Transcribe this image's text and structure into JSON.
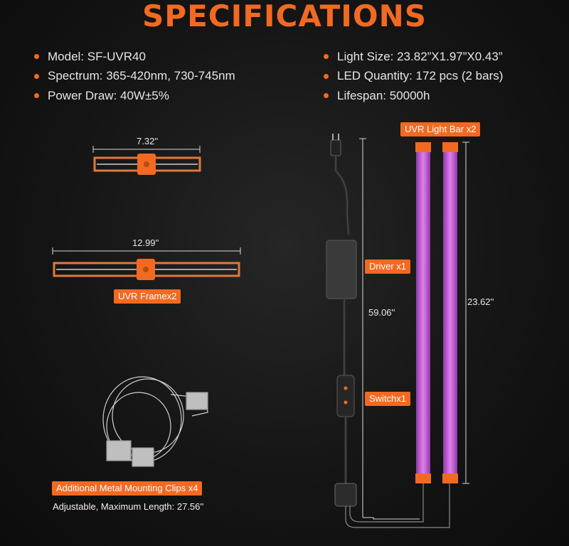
{
  "title": "SPECIFICATIONS",
  "specs_left": [
    "Model: SF-UVR40",
    "Spectrum: 365-420nm, 730-745nm",
    "Power Draw: 40W±5%"
  ],
  "specs_right": [
    "Light Size: 23.82”X1.97”X0.43”",
    "LED Quantity: 172 pcs (2 bars)",
    "Lifespan: 50000h"
  ],
  "labels": {
    "light_bar": "UVR Light Bar x2",
    "frame": "UVR Framex2",
    "driver": "Driver x1",
    "switch": "Switchx1",
    "clips": "Additional Metal Mounting Clips x4",
    "clips_note": "Adjustable, Maximum Length: 27.56''"
  },
  "dimensions": {
    "frame_small_width": "7.32''",
    "frame_large_width": "12.99''",
    "cable_length": "59.06''",
    "bar_length": "23.62''"
  },
  "colors": {
    "accent": "#f26a21",
    "uv_glow": "#c85ad8",
    "background": "#151515"
  }
}
